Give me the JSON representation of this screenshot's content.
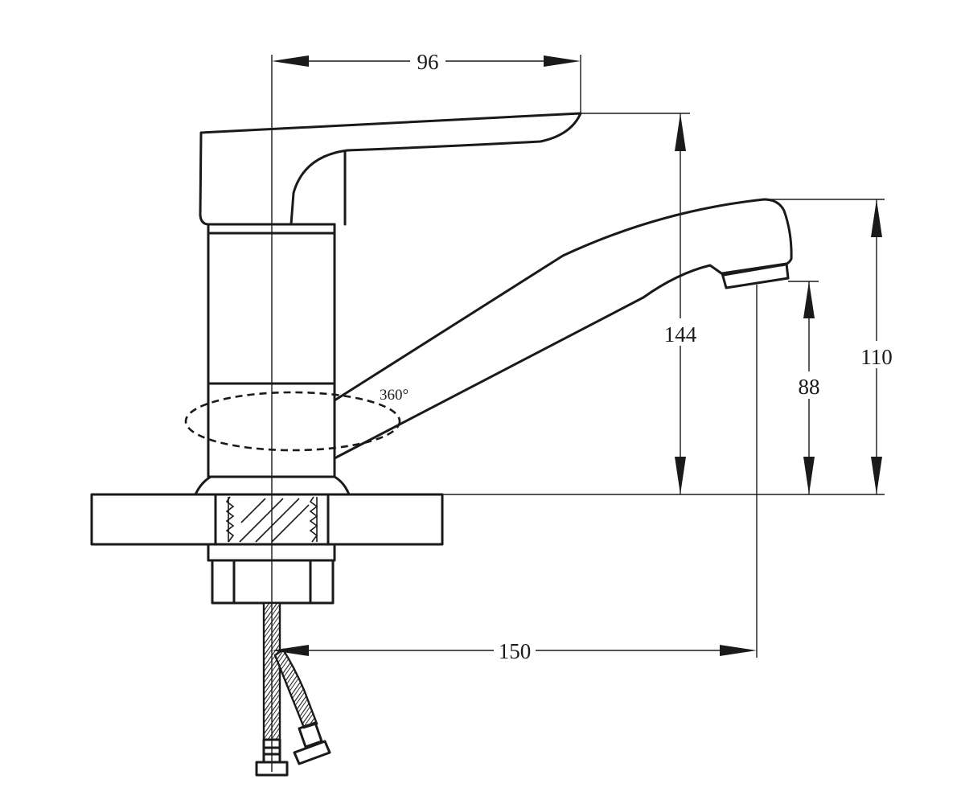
{
  "dimensions": {
    "handle_width": "96",
    "total_height": "144",
    "spout_height": "110",
    "outlet_height": "88",
    "spout_reach": "150",
    "rotation": "360°"
  },
  "colors": {
    "line": "#1a1a1a",
    "background": "#ffffff"
  }
}
